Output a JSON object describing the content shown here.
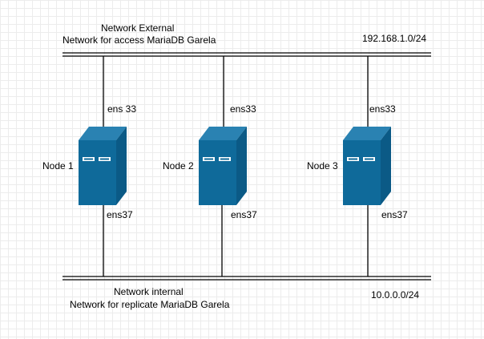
{
  "external_network": {
    "title": "Network External",
    "subtitle": "Network for access MariaDB Garela",
    "subnet": "192.168.1.0/24"
  },
  "internal_network": {
    "title": "Network  internal",
    "subtitle": "Network for replicate MariaDB Garela",
    "subnet": "10.0.0.0/24"
  },
  "nodes": [
    {
      "label": "Node 1",
      "ext_iface": "ens 33",
      "int_iface": "ens37"
    },
    {
      "label": "Node 2",
      "ext_iface": "ens33",
      "int_iface": "ens37"
    },
    {
      "label": "Node 3",
      "ext_iface": "ens33",
      "int_iface": "ens37"
    }
  ],
  "colors": {
    "server_front": "#0f6a9a",
    "server_side": "#0b5a86",
    "server_top": "#2a82b2",
    "drive_slot": "#ffffff",
    "line": "#000000",
    "grid": "#ececec"
  }
}
